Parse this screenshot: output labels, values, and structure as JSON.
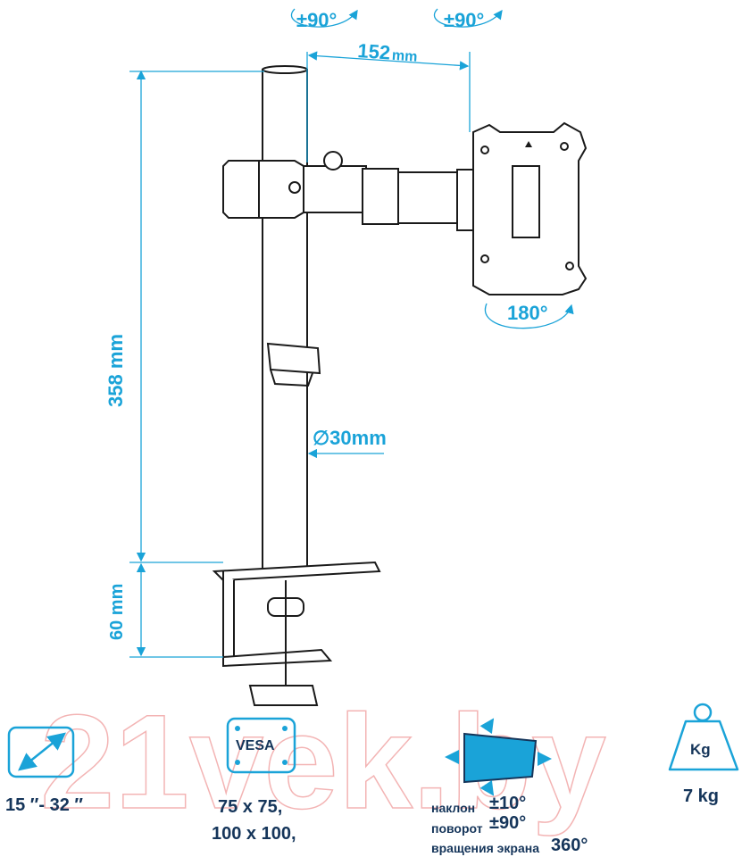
{
  "dimensions": {
    "rotate_left": "±90°",
    "rotate_right": "±90°",
    "arm_length": "152",
    "arm_length_unit": "mm",
    "rotate_screen": "180°",
    "pole_height": "358 mm",
    "pole_diameter": "∅30mm",
    "clamp_height": "60 mm"
  },
  "watermark": "21vek.by",
  "specs": {
    "screen_size": "15 ″- 32 ″",
    "vesa_badge": "VESA",
    "vesa_line1": "75 x 75,",
    "vesa_line2": "100 x 100,",
    "tilt_label": "наклон",
    "tilt_value": "±10°",
    "swivel_label": "поворот",
    "swivel_value": "±90°",
    "rotation_label": "вращения экрана",
    "rotation_value": "360°",
    "weight_badge": "Kg",
    "weight_value": "7 kg"
  },
  "colors": {
    "dimension": "#1aa3d8",
    "label": "#15355a",
    "outline": "#1a1a1a",
    "watermark": "#f3b4b4"
  }
}
